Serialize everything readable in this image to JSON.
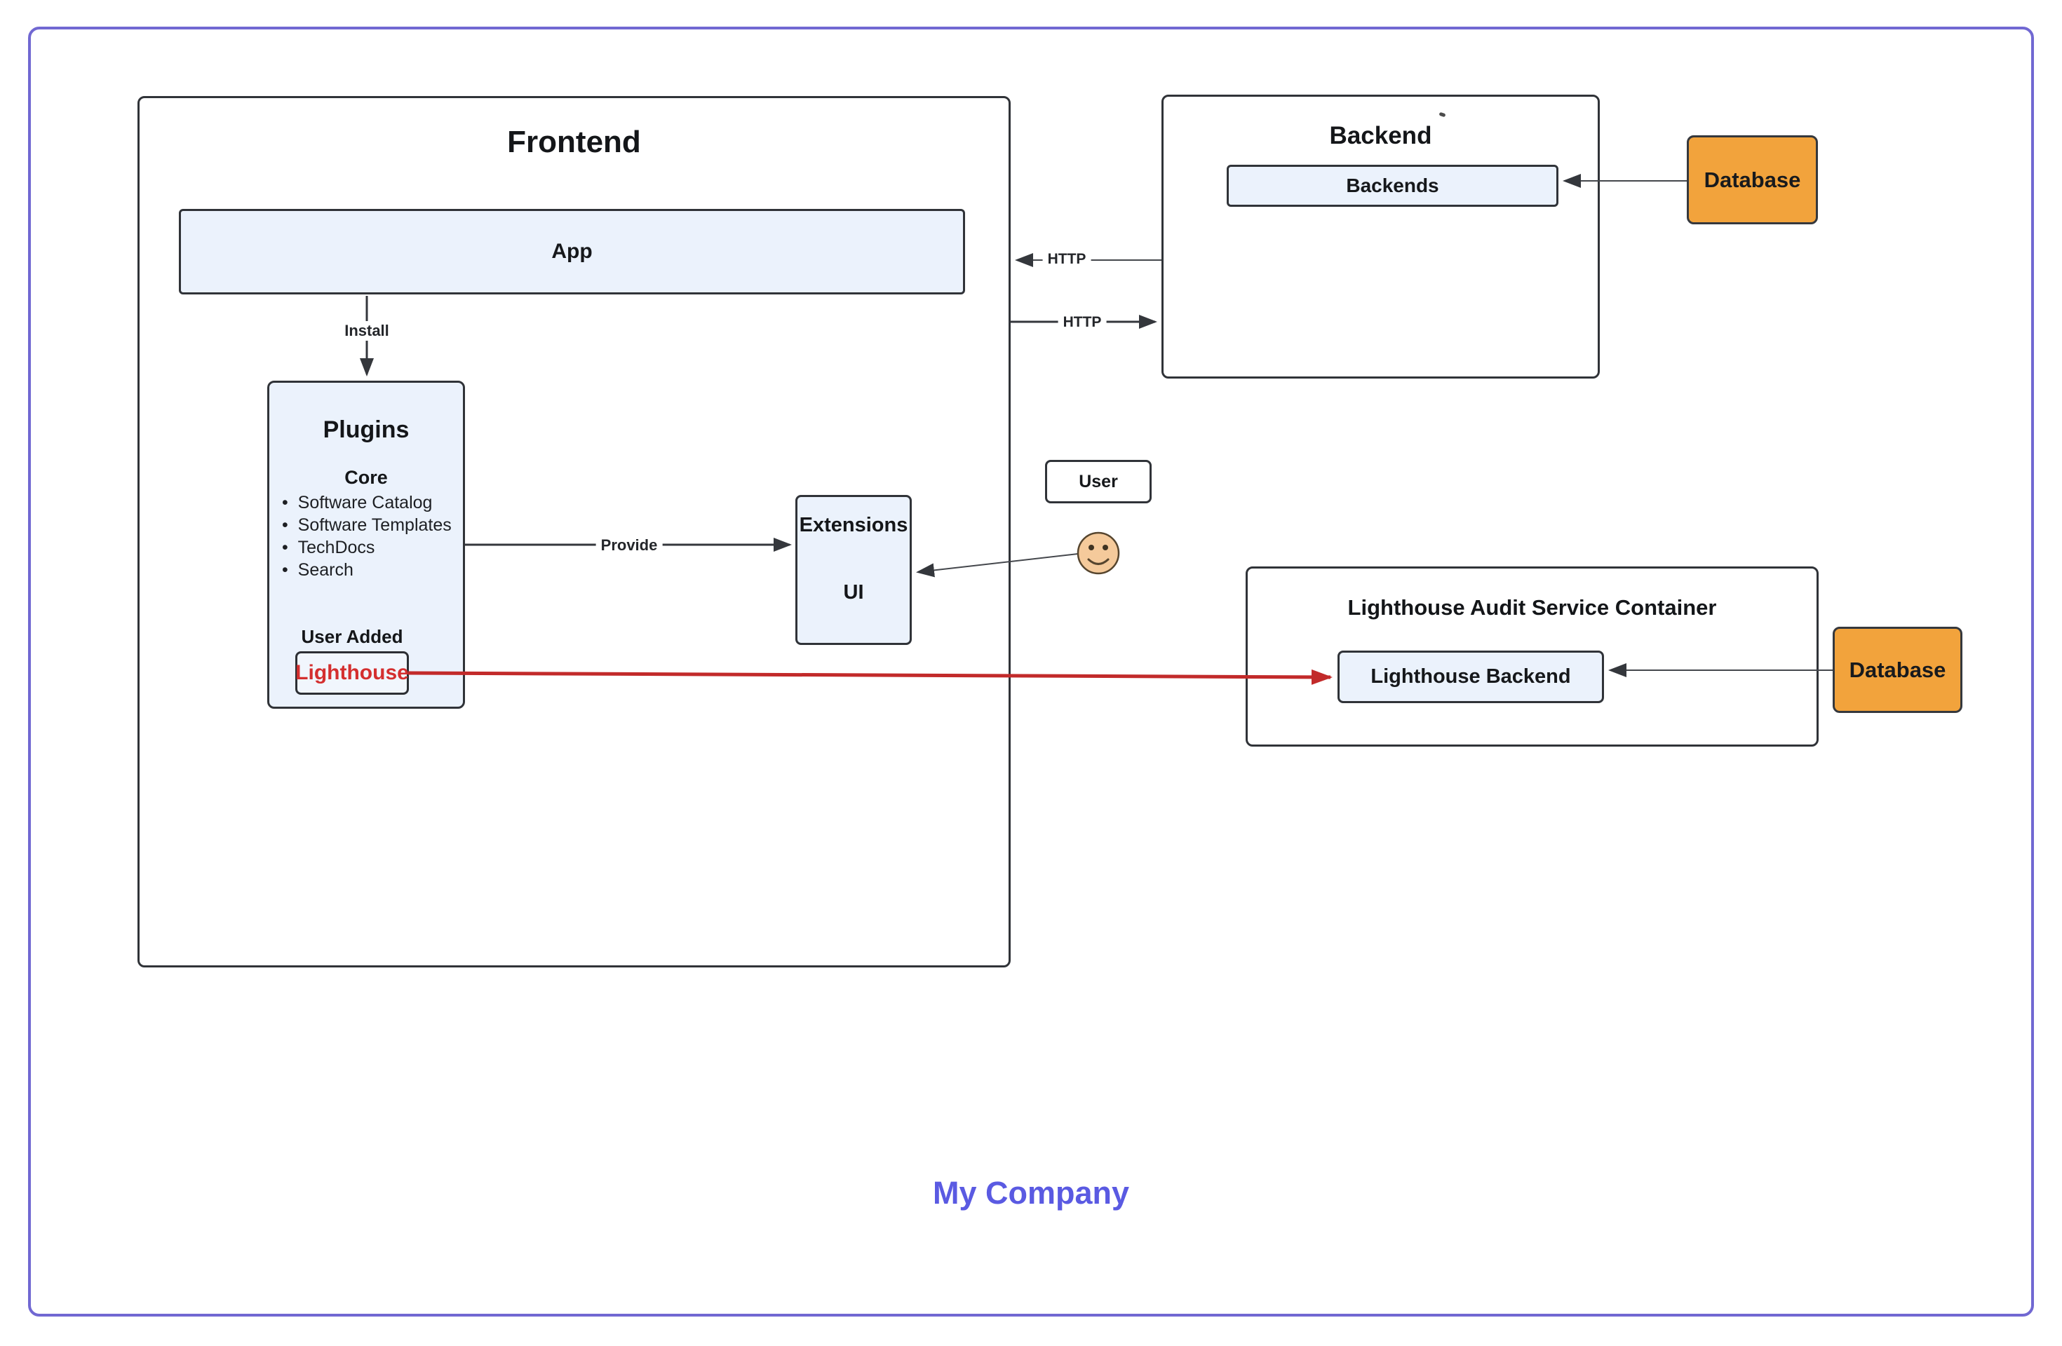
{
  "diagram": {
    "frontend": {
      "title": "Frontend",
      "app": {
        "label": "App"
      },
      "install_arrow_label": "Install",
      "plugins": {
        "title": "Plugins",
        "core_heading": "Core",
        "core_items": [
          "Software Catalog",
          "Software Templates",
          "TechDocs",
          "Search"
        ],
        "user_added_heading": "User Added",
        "lighthouse_label": "Lighthouse"
      }
    },
    "extensions": {
      "title": "Extensions",
      "subtitle": "UI"
    },
    "provide_arrow_label": "Provide",
    "http_arrow_top_label": "HTTP",
    "http_arrow_bottom_label": "HTTP",
    "backend": {
      "title": "Backend",
      "backends_label": "Backends"
    },
    "database_top": {
      "label": "Database"
    },
    "database_right": {
      "label": "Database"
    },
    "user": {
      "label": "User"
    },
    "lighthouse_container": {
      "title": "Lighthouse Audit Service Container",
      "backend_label": "Lighthouse Backend"
    },
    "footer": {
      "company_name": "My Company"
    }
  },
  "colors": {
    "node_fill": "#ebf2fc",
    "node_border": "#303338",
    "database_fill": "#f2a33c",
    "accent_red": "#c22a2a",
    "lighthouse_text_red": "#d42f2f",
    "outer_border_purple": "#7168d2",
    "company_text_purple": "#5a5ae2",
    "arrow_dark": "#34373c",
    "face_fill": "#f5ca9b"
  }
}
